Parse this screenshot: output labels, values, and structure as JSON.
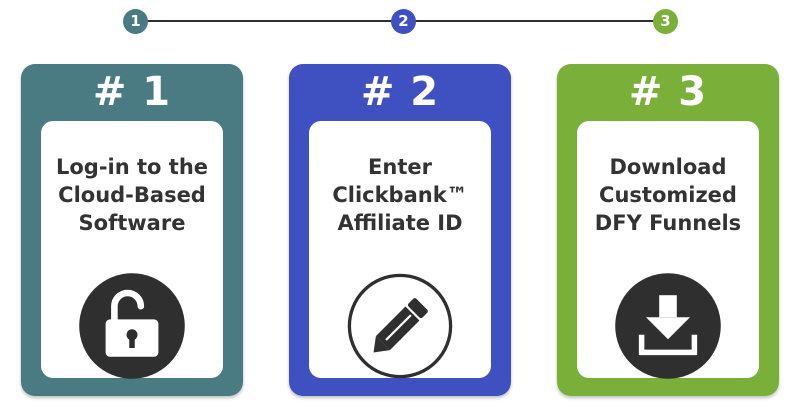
{
  "colors": {
    "step1": "#4a7a82",
    "step2": "#3f51c0",
    "step3": "#7ab03a",
    "line": "#2f2f2f",
    "text": "#333333",
    "icon_dark": "#2f2f2f"
  },
  "progress": {
    "steps": [
      "1",
      "2",
      "3"
    ]
  },
  "cards": [
    {
      "number": "# 1",
      "lines": [
        "Log-in to the",
        "Cloud-Based",
        "Software"
      ],
      "icon": "unlock-icon"
    },
    {
      "number": "# 2",
      "lines": [
        "Enter",
        "Clickbank™",
        "Affiliate ID"
      ],
      "icon": "pencil-icon"
    },
    {
      "number": "# 3",
      "lines": [
        "Download",
        "Customized",
        "DFY Funnels"
      ],
      "icon": "download-icon"
    }
  ]
}
